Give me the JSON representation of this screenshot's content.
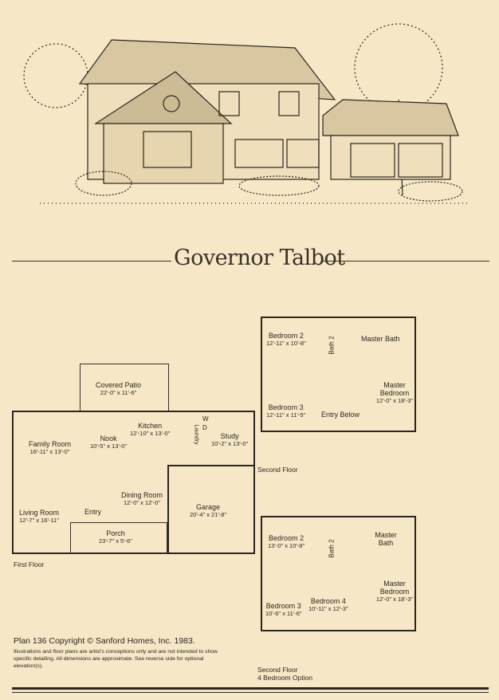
{
  "illustration": {
    "alt": "house-elevation-sketch",
    "colors": {
      "paper": "#f6e7c6",
      "ink": "#2b2620"
    }
  },
  "title": "Governor Talbot",
  "first_floor": {
    "caption": "First Floor",
    "rooms": [
      {
        "name": "Covered Patio",
        "dim": "22'-0\" x 11'-6\""
      },
      {
        "name": "Kitchen",
        "dim": "12'-10\" x 13'-0\""
      },
      {
        "name": "Laundry",
        "dim": ""
      },
      {
        "name": "W",
        "dim": ""
      },
      {
        "name": "D",
        "dim": ""
      },
      {
        "name": "Family Room",
        "dim": "16'-11\" x 13'-0\""
      },
      {
        "name": "Nook",
        "dim": "10'-5\" x 13'-0\""
      },
      {
        "name": "Study",
        "dim": "10'-2\" x 13'-0\""
      },
      {
        "name": "Dining Room",
        "dim": "12'-0\" x 12'-0\""
      },
      {
        "name": "Living Room",
        "dim": "12'-7\" x 16'-11\""
      },
      {
        "name": "Entry",
        "dim": ""
      },
      {
        "name": "Garage",
        "dim": "20'-4\" x 21'-8\""
      },
      {
        "name": "Porch",
        "dim": "23'-7\" x 5'-6\""
      }
    ]
  },
  "second_floor": {
    "caption": "Second Floor",
    "rooms": [
      {
        "name": "Bedroom 2",
        "dim": "12'-11\" x 10'-8\""
      },
      {
        "name": "Bath 2",
        "dim": ""
      },
      {
        "name": "Master Bath",
        "dim": ""
      },
      {
        "name": "Master Bedroom",
        "dim": "12'-0\" x 18'-3\""
      },
      {
        "name": "Bedroom 3",
        "dim": "12'-11\" x 11'-5\""
      },
      {
        "name": "Entry Below",
        "dim": ""
      }
    ]
  },
  "second_floor_option": {
    "caption": "Second Floor",
    "caption2": "4 Bedroom Option",
    "rooms": [
      {
        "name": "Bedroom 2",
        "dim": "13'-0\" x 10'-8\""
      },
      {
        "name": "Bath 2",
        "dim": ""
      },
      {
        "name": "Master Bath",
        "dim": ""
      },
      {
        "name": "Master Bedroom",
        "dim": "12'-0\" x 18'-3\""
      },
      {
        "name": "Bedroom 3",
        "dim": "10'-6\" x 11'-6\""
      },
      {
        "name": "Bedroom 4",
        "dim": "10'-11\" x 12'-3\""
      }
    ]
  },
  "footer": {
    "copyright": "Plan 136 Copyright © Sanford Homes, Inc. 1983.",
    "disclaimer": "Illustrations and floor plans are artist's conceptions only and are not intended to show specific detailing. All dimensions are approximate. See reverse side for optional elevation(s)."
  }
}
